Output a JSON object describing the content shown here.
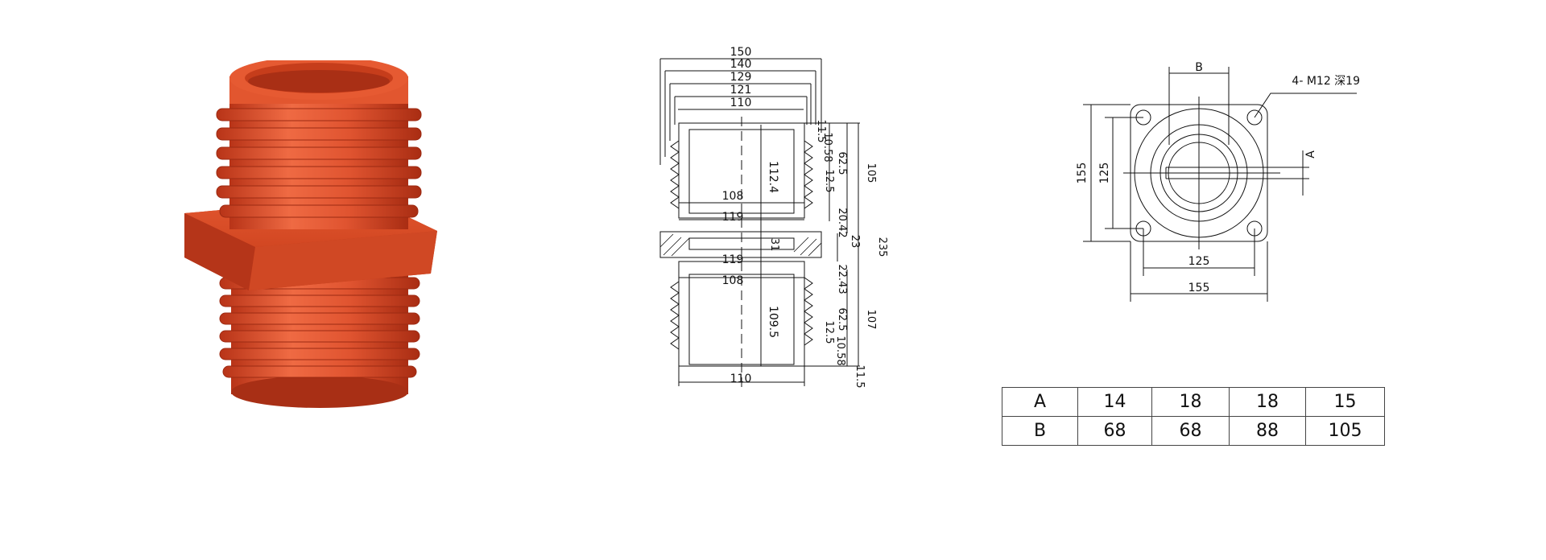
{
  "photo": {
    "name": "red epoxy insulator bushing"
  },
  "section_drawing": {
    "top_dims": [
      "150",
      "140",
      "129",
      "121",
      "110"
    ],
    "upper_inner_height": "112.4",
    "upper_inner_dia": "108",
    "upper_ring_dia": "119",
    "lower_ring_dia": "119",
    "lower_inner_dia": "108",
    "lower_inner_height": "109.5",
    "bottom_dim": "110",
    "right_dims_upper": [
      "11.5",
      "10.58",
      "62.5",
      "12.5",
      "105",
      "20.42"
    ],
    "flange_thickness": "23",
    "overall_height": "235",
    "right_dims_lower": [
      "31",
      "22.43",
      "62.5",
      "107",
      "12.5",
      "10.58",
      "11.5"
    ]
  },
  "top_view": {
    "callout": "4- M12 深19",
    "label_b": "B",
    "label_a": "A",
    "outer_height": "155",
    "hole_height": "125",
    "hole_width": "125",
    "outer_width": "155"
  },
  "spec_table": {
    "rows": [
      {
        "label": "A",
        "values": [
          "14",
          "18",
          "18",
          "15"
        ]
      },
      {
        "label": "B",
        "values": [
          "68",
          "68",
          "88",
          "105"
        ]
      }
    ]
  },
  "colors": {
    "insulator": "#d94a26",
    "insulator_dark": "#b83418",
    "insulator_light": "#ef6a43",
    "line": "#111111"
  }
}
